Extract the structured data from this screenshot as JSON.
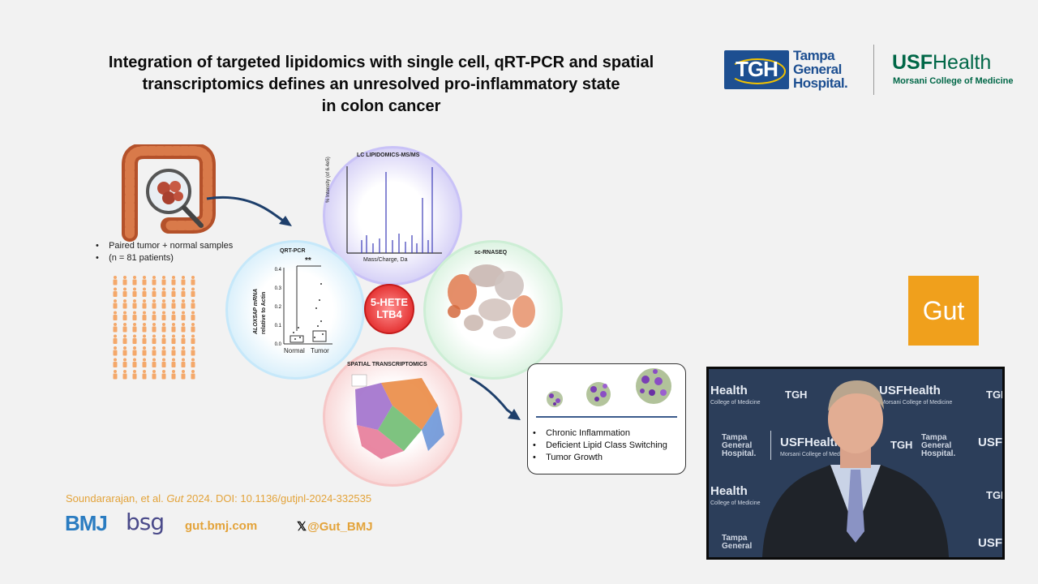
{
  "title": {
    "line1": "Integration of targeted lipidomics with single cell, qRT-PCR and spatial",
    "line2": "transcriptomics defines an unresolved pro-inflammatory state",
    "line3": "in colon cancer"
  },
  "logos": {
    "tgh_abbrev": "TGH",
    "tgh_line1": "Tampa",
    "tgh_line2": "General",
    "tgh_line3": "Hospital.",
    "usf_bold": "USF",
    "usf_light": "Health",
    "usf_sub": "Morsani College of Medicine",
    "gut": "Gut"
  },
  "samples": {
    "bullet1": "Paired tumor + normal samples",
    "bullet2": "(n = 81 patients)"
  },
  "panels": {
    "lipidomics_title": "LC LIPIDOMICS-MS/MS",
    "lipidomics_xlabel": "Mass/Charge, Da",
    "lipidomics_ylabel": "% Intensity (of 6.4e5)",
    "qrtpcr_title": "QRT-PCR",
    "qrtpcr_ylabel1": "ALOX5AP mRNA",
    "qrtpcr_ylabel2": "relative to Actin",
    "qrtpcr_sig": "**",
    "qrtpcr_normal": "Normal",
    "qrtpcr_tumor": "Tumor",
    "scrna_title": "sc-RNASEQ",
    "spatial_title": "SPATIAL TRANSCRIPTOMICS",
    "center_line1": "5-HETE",
    "center_line2": "LTB4"
  },
  "qrtpcr_chart": {
    "type": "box",
    "categories": [
      "Normal",
      "Tumor"
    ],
    "yticks": [
      "0.0",
      "0.1",
      "0.2",
      "0.3",
      "0.4"
    ],
    "ylim": [
      0,
      0.4
    ]
  },
  "outcomes": [
    "Chronic Inflammation",
    "Deficient Lipid Class Switching",
    "Tumor Growth"
  ],
  "footer": {
    "citation_prefix": "Soundararajan, et al. ",
    "citation_journal": "Gut",
    "citation_suffix": " 2024. DOI: 10.1136/gutjnl-2024-332535",
    "bmj": "BMJ",
    "bsg": "bsg",
    "url": "gut.bmj.com",
    "x_icon": "𝕏",
    "handle": "@Gut_BMJ"
  },
  "video_backdrop": {
    "tgh": "TGH",
    "usf_health": "USFHealth",
    "health": "Health",
    "morsani": "Morsani College of Medicine",
    "college": "College of Medicine",
    "tampa": "Tampa",
    "general": "General",
    "hospital": "Hospital.",
    "usf": "USF"
  },
  "colors": {
    "tgh_blue": "#1d4f91",
    "usf_green": "#006747",
    "gut_orange": "#f0a01c",
    "citation_gold": "#e3a33a",
    "bmj_blue": "#2a7cc1",
    "center_red": "#e22a2a"
  }
}
